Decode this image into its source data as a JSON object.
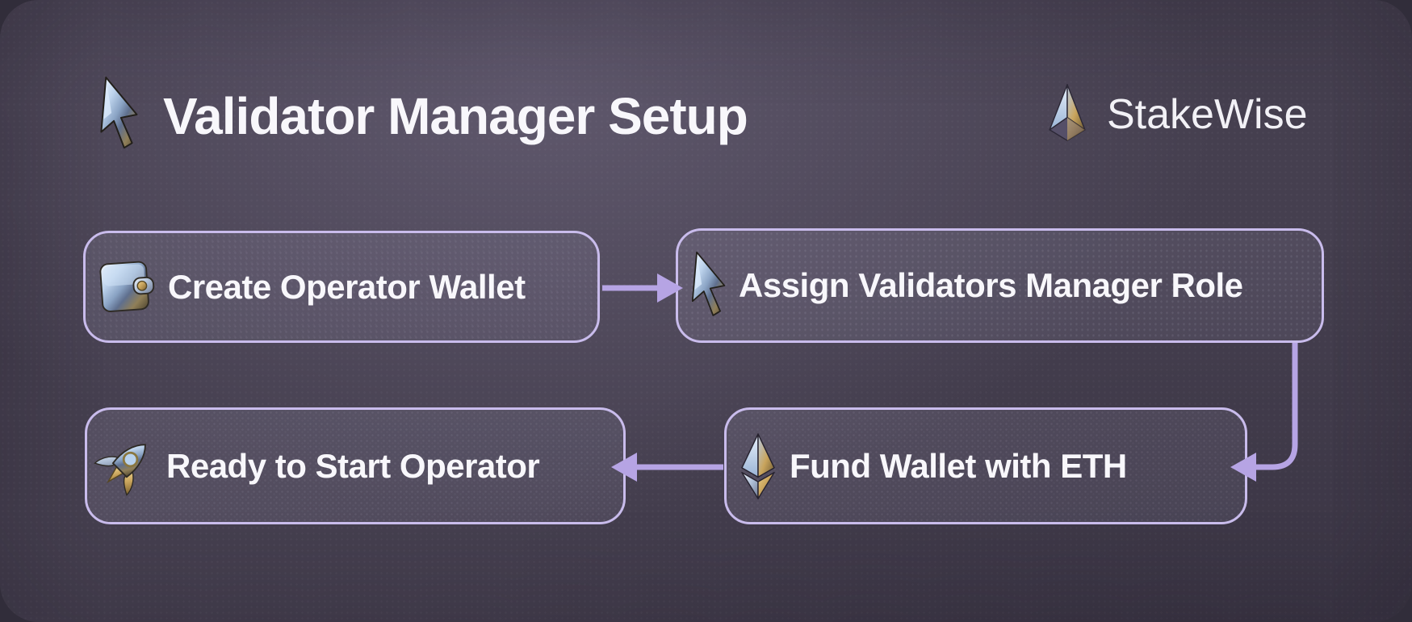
{
  "header": {
    "title": "Validator Manager Setup",
    "title_icon": "cursor-3d-icon",
    "brand": {
      "name": "StakeWise",
      "icon": "stakewise-gem-icon"
    }
  },
  "flow": {
    "nodes": [
      {
        "id": "create-operator-wallet",
        "label": "Create Operator Wallet",
        "icon": "wallet-icon"
      },
      {
        "id": "assign-validators-manager-role",
        "label": "Assign Validators Manager Role",
        "icon": "cursor-icon"
      },
      {
        "id": "fund-wallet-with-eth",
        "label": "Fund Wallet with ETH",
        "icon": "ethereum-icon"
      },
      {
        "id": "ready-to-start-operator",
        "label": "Ready to Start Operator",
        "icon": "rocket-icon"
      }
    ],
    "edges": [
      {
        "from": "create-operator-wallet",
        "to": "assign-validators-manager-role",
        "direction": "right"
      },
      {
        "from": "assign-validators-manager-role",
        "to": "fund-wallet-with-eth",
        "direction": "down-left"
      },
      {
        "from": "fund-wallet-with-eth",
        "to": "ready-to-start-operator",
        "direction": "left"
      }
    ]
  },
  "colors": {
    "canvas_outer": "#312d3a",
    "card_background": "#453f4f",
    "node_border": "#c9bcec",
    "arrow": "#b6a4e4",
    "text": "#f8f7fb"
  }
}
